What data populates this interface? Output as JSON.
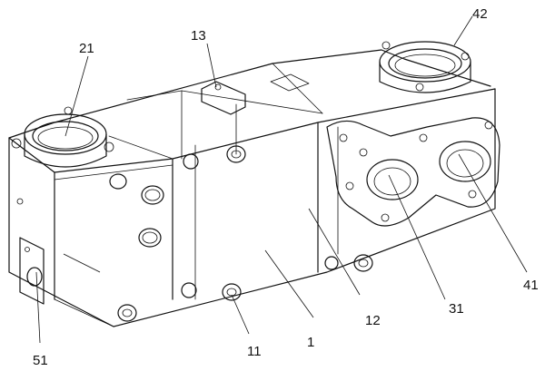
{
  "labels": {
    "l1": "1",
    "l11": "11",
    "l12": "12",
    "l13": "13",
    "l21": "21",
    "l31": "31",
    "l41": "41",
    "l42": "42",
    "l51": "51"
  }
}
